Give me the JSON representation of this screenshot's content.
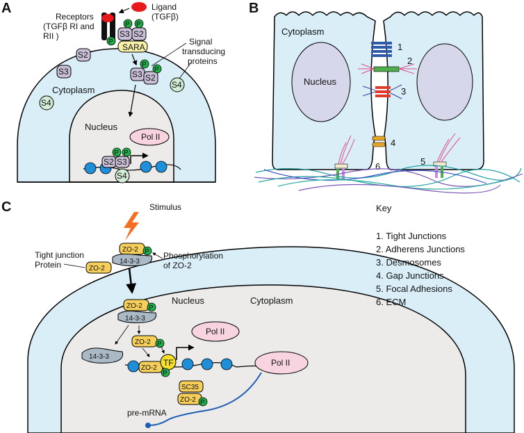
{
  "panels": {
    "a": {
      "letter": "A",
      "ligand": [
        "Ligand",
        "(TGFβ)"
      ],
      "receptors": [
        "Receptors",
        "(TGFβ RI and",
        "RII )"
      ],
      "sara": "SARA",
      "signal_proteins": [
        "Signal",
        "transducing",
        "proteins"
      ],
      "cytoplasm": "Cytoplasm",
      "nucleus": "Nucleus",
      "pol2": "Pol II",
      "s2": "S2",
      "s3": "S3",
      "s4": "S4",
      "p": "P"
    },
    "b": {
      "letter": "B",
      "cytoplasm": "Cytoplasm",
      "nucleus": "Nucleus",
      "numbers": [
        "1",
        "2",
        "3",
        "4",
        "5",
        "6"
      ]
    },
    "c": {
      "letter": "C",
      "stimulus": "Stimulus",
      "zo2": "ZO-2",
      "p1433": "14-3-3",
      "tight_junction_protein": [
        "Tight junction",
        "Protein"
      ],
      "phosphorylation": [
        "Phosphorylation",
        "of ZO-2"
      ],
      "nucleus": "Nucleus",
      "cytoplasm": "Cytoplasm",
      "pol2": "Pol II",
      "tf": "TF",
      "sc35": "SC35",
      "pre_mrna": "pre-mRNA",
      "p": "P"
    }
  },
  "key": {
    "title": "Key",
    "items": [
      "1.  Tight Junctions",
      "2.  Adherens Junctions",
      "3.  Desmosomes",
      "4.  Gap Junctions",
      "5.  Focal Adhesions",
      "6.  ECM"
    ]
  },
  "colors": {
    "cytoplasm": "#daeef8",
    "nucleus": "#ecebea",
    "phospho": "#1fae4a",
    "protein_purple": "#c9bfd6",
    "protein_green": "#d3ecd6",
    "zo2": "#f6cf5a",
    "pol2": "#f8d3e0",
    "nucleosome": "#1f8fd9"
  }
}
